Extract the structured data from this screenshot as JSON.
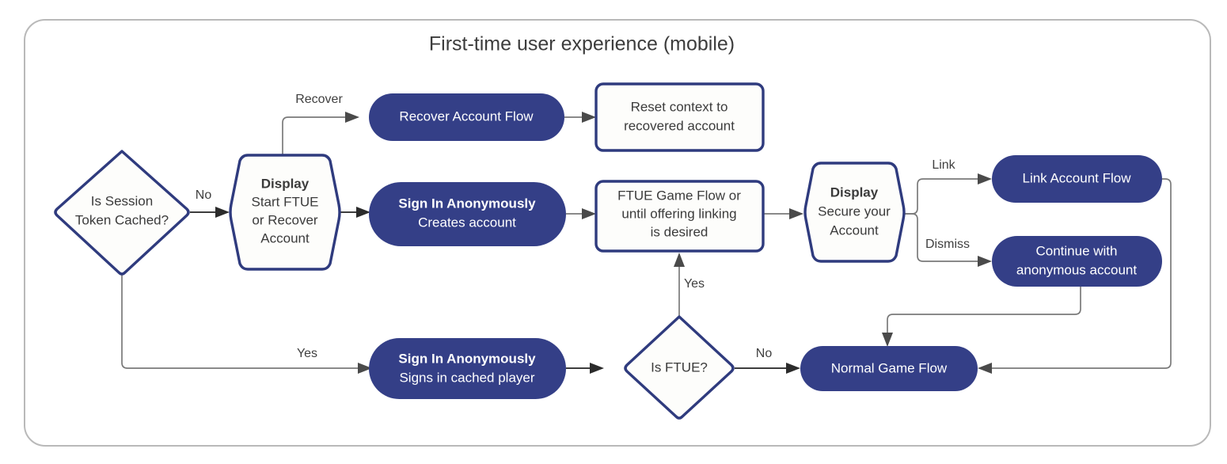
{
  "diagram": {
    "title": "First-time user experience (mobile)",
    "colors": {
      "node_fill": "#343f87",
      "node_stroke": "#2f3b7e",
      "node_bg": "#fdfdfb",
      "edge": "#7a7a7a",
      "frame_border": "#b9b9b9",
      "text_dark": "#3b3b3b",
      "text_light": "#ffffff"
    },
    "nodes": [
      {
        "id": "is-session-token-cached",
        "shape": "diamond",
        "style": "outline",
        "lines": [
          "Is Session",
          "Token Cached?"
        ],
        "bold_first_line": false
      },
      {
        "id": "display-start-ftue-or-recover-account",
        "shape": "hexagon",
        "style": "outline",
        "lines": [
          "Display",
          "Start FTUE",
          "or Recover",
          "Account"
        ],
        "bold_first_line": true
      },
      {
        "id": "recover-account-flow",
        "shape": "pill",
        "style": "filled",
        "lines": [
          "Recover Account Flow"
        ],
        "bold_first_line": false
      },
      {
        "id": "reset-context-to-recovered-account",
        "shape": "rect",
        "style": "outline",
        "lines": [
          "Reset context to",
          "recovered account"
        ],
        "bold_first_line": false
      },
      {
        "id": "sign-in-anonymously-creates-account",
        "shape": "pill",
        "style": "filled",
        "lines": [
          "Sign In Anonymously",
          "Creates account"
        ],
        "bold_first_line": true
      },
      {
        "id": "ftue-game-flow",
        "shape": "rect",
        "style": "outline",
        "lines": [
          "FTUE Game Flow or",
          "until offering linking",
          "is desired"
        ],
        "bold_first_line": false
      },
      {
        "id": "display-secure-your-account",
        "shape": "hexagon",
        "style": "outline",
        "lines": [
          "Display",
          "Secure your",
          "Account"
        ],
        "bold_first_line": true
      },
      {
        "id": "link-account-flow",
        "shape": "pill",
        "style": "filled",
        "lines": [
          "Link Account Flow"
        ],
        "bold_first_line": false
      },
      {
        "id": "continue-with-anonymous-account",
        "shape": "pill",
        "style": "filled",
        "lines": [
          "Continue with",
          "anonymous account"
        ],
        "bold_first_line": false
      },
      {
        "id": "sign-in-anonymously-signs-in-cached-player",
        "shape": "pill",
        "style": "filled",
        "lines": [
          "Sign In Anonymously",
          "Signs in cached player"
        ],
        "bold_first_line": true
      },
      {
        "id": "is-ftue",
        "shape": "diamond",
        "style": "outline",
        "lines": [
          "Is FTUE?"
        ],
        "bold_first_line": false
      },
      {
        "id": "normal-game-flow",
        "shape": "pill",
        "style": "filled",
        "lines": [
          "Normal Game Flow"
        ],
        "bold_first_line": false
      }
    ],
    "edge_labels": {
      "no_from_session": "No",
      "yes_from_session": "Yes",
      "recover": "Recover",
      "link": "Link",
      "dismiss": "Dismiss",
      "yes_from_is_ftue": "Yes",
      "no_from_is_ftue": "No"
    },
    "node_text": {
      "session_l1": "Is Session",
      "session_l2": "Token Cached?",
      "display_ftue_l1": "Display",
      "display_ftue_l2": "Start FTUE",
      "display_ftue_l3": "or Recover",
      "display_ftue_l4": "Account",
      "recover_flow_l1": "Recover Account Flow",
      "reset_l1": "Reset context to",
      "reset_l2": "recovered account",
      "signin_create_l1": "Sign In Anonymously",
      "signin_create_l2": "Creates account",
      "ftue_game_l1": "FTUE Game Flow or",
      "ftue_game_l2": "until offering linking",
      "ftue_game_l3": "is desired",
      "display_secure_l1": "Display",
      "display_secure_l2": "Secure your",
      "display_secure_l3": "Account",
      "link_flow_l1": "Link Account Flow",
      "continue_anon_l1": "Continue with",
      "continue_anon_l2": "anonymous account",
      "signin_cached_l1": "Sign In Anonymously",
      "signin_cached_l2": "Signs in cached player",
      "is_ftue_l1": "Is FTUE?",
      "normal_flow_l1": "Normal Game Flow"
    }
  }
}
